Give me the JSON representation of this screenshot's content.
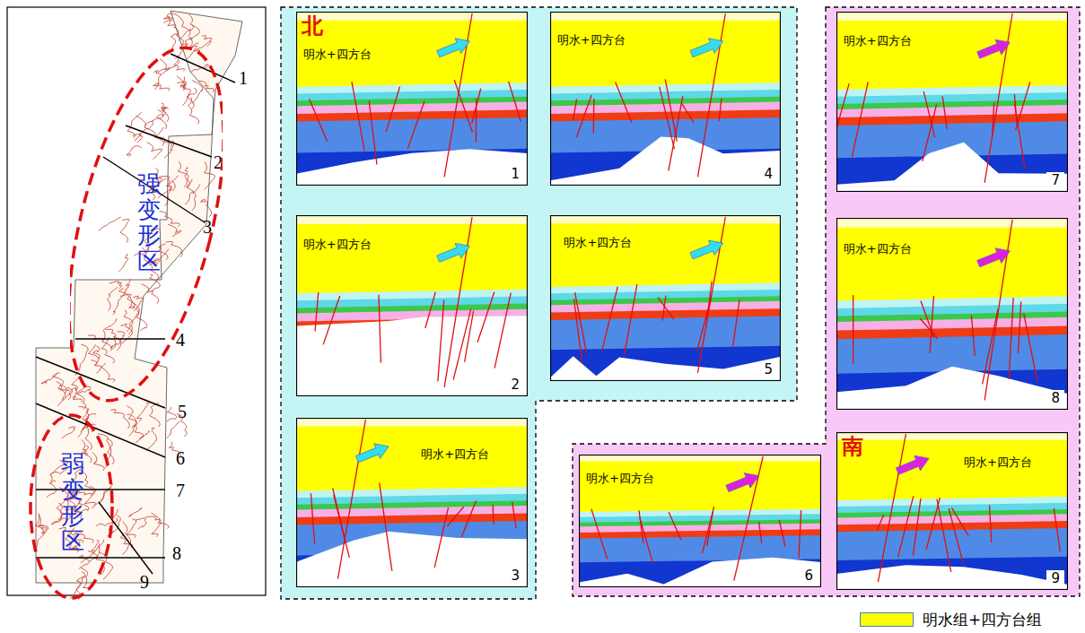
{
  "diagram": {
    "nodes": [
      {
        "text": [
          "强变形区"
        ]
      },
      {
        "text": [
          "弱变形区"
        ]
      },
      {
        "text": [
          "北",
          "明水+四方台",
          "1"
        ]
      },
      {
        "text": [
          "明水+四方台",
          "2"
        ]
      },
      {
        "text": [
          "明水+四方台",
          "3"
        ]
      },
      {
        "text": [
          "明水+四方台",
          "4"
        ]
      },
      {
        "text": [
          "明水+四方台",
          "5"
        ]
      },
      {
        "text": [
          "明水+四方台",
          "6"
        ]
      },
      {
        "text": [
          "明水+四方台",
          "7"
        ]
      },
      {
        "text": [
          "明水+四方台",
          "8"
        ]
      },
      {
        "text": [
          "南",
          "明水+四方台",
          "9"
        ]
      }
    ],
    "labels": [
      "1",
      "2",
      "3",
      "4",
      "5",
      "6",
      "7",
      "8",
      "9"
    ],
    "legend": [
      {
        "text": "明水组+四方台组",
        "color": "#ffff00"
      }
    ]
  }
}
